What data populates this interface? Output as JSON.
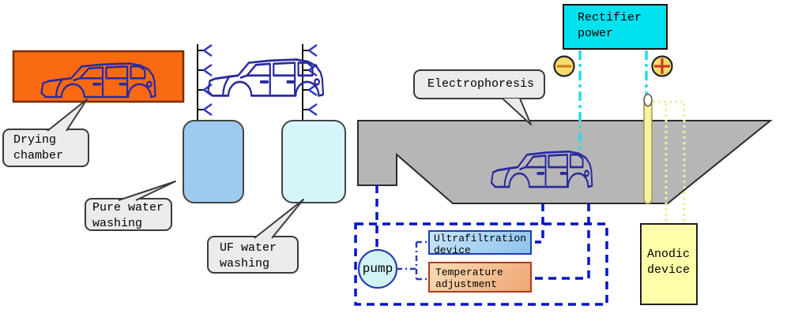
{
  "labels": {
    "drying_chamber": "Drying\nchamber",
    "pure_water_washing": "Pure water\nwashing",
    "uf_water_washing": "UF water\nwashing",
    "electrophoresis": "Electrophoresis",
    "rectifier_power": "Rectifier\npower",
    "pump": "pump",
    "ultrafiltration_device": "Ultrafiltration\ndevice",
    "temperature_adjustment": "Temperature\nadjustment",
    "anodic_device": "Anodic\ndevice",
    "negative_terminal": "−",
    "positive_terminal": "+"
  },
  "icons": {
    "car_body": "car-body-outline",
    "spray_nozzle": "spray-nozzle",
    "negative_terminal": "minus-in-circle",
    "positive_terminal": "plus-in-circle",
    "anode_rod": "anode-rod"
  },
  "colors": {
    "drying_chamber_fill": "#fa6a12",
    "drying_chamber_border": "#7a2b00",
    "car_outline": "#2a2a9e",
    "pure_water_fill": "#9dcaee",
    "uf_water_fill": "#d6f5fa",
    "bath_fill": "#b6b6b6",
    "bath_border": "#2b2b2b",
    "rectifier_fill": "#00e2ee",
    "terminal_fill": "#f5dc6e",
    "negative_sign": "#c87820",
    "positive_sign": "#d03020",
    "anode_rod_fill": "#f7f3a0",
    "anode_rod_border": "#9c9c4e",
    "anodic_device_fill": "#ffffaa",
    "circulation_line": "#0014c8",
    "dc_line": "#28dce8",
    "anode_wire": "#efec9c",
    "pump_fill": "#d2f2f4",
    "pump_border": "#2a3cb4",
    "callout_fill": "#ebebeb"
  }
}
